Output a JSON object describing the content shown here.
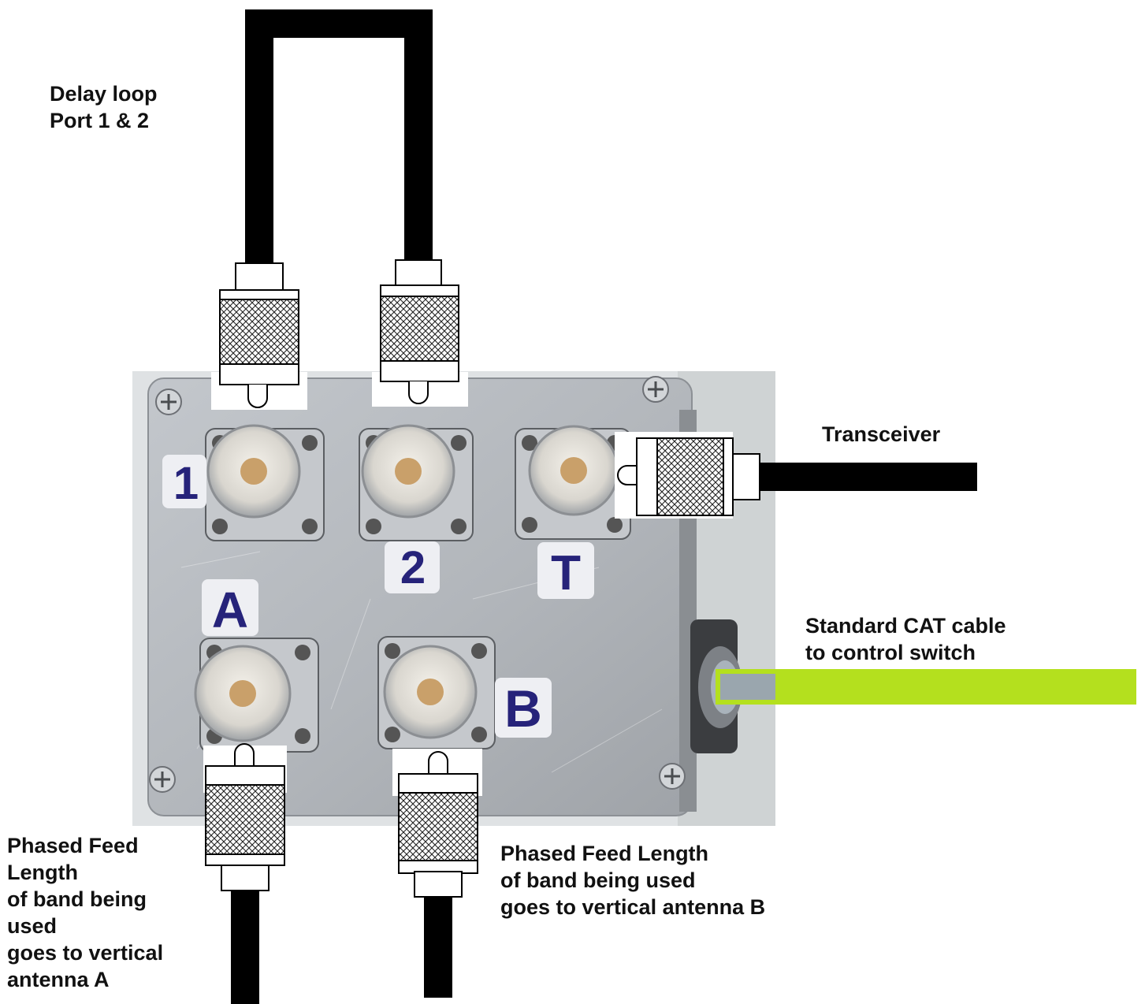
{
  "colors": {
    "background": "#ffffff",
    "enclosure": "#b4b9bf",
    "cable": "#000000",
    "cat_cable": "#b4e01e",
    "tag_text": "#26237a"
  },
  "port_tags": {
    "port1": "1",
    "port2": "2",
    "portT": "T",
    "portA": "A",
    "portB": "B"
  },
  "labels": {
    "delay_loop": [
      "Delay loop",
      "Port 1 & 2"
    ],
    "transceiver": [
      "Transceiver"
    ],
    "cat_cable": [
      "Standard CAT cable",
      "to control switch"
    ],
    "feed_a": [
      "Phased Feed",
      "Length",
      "of band being",
      "used",
      "goes to vertical",
      "antenna A"
    ],
    "feed_b": [
      "Phased Feed Length",
      "of band being used",
      "goes to vertical antenna B"
    ]
  }
}
